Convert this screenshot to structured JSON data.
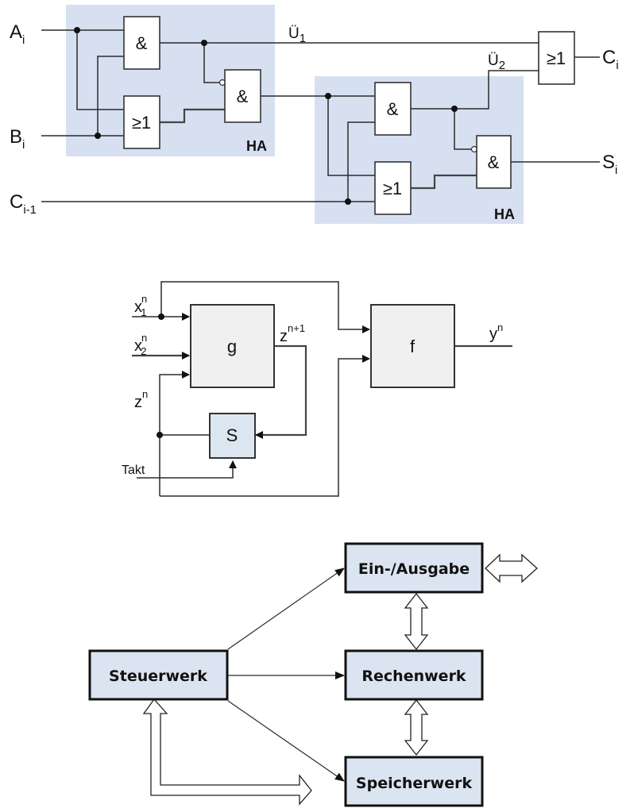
{
  "adder": {
    "inputs": {
      "a": "A",
      "a_sub": "i",
      "b": "B",
      "b_sub": "i",
      "c": "C",
      "c_sub": "i-1"
    },
    "outputs": {
      "c": "C",
      "c_sub": "i",
      "s": "S",
      "s_sub": "i"
    },
    "signals": {
      "u1": "Ü",
      "u1_sub": "1",
      "u2": "Ü",
      "u2_sub": "2"
    },
    "gates": {
      "and": "&",
      "or": "≥1"
    },
    "half_adder_label": "HA"
  },
  "automaton": {
    "blocks": {
      "g": "g",
      "f": "f",
      "s": "S"
    },
    "labels": {
      "x1": "x",
      "x1_sub": "1",
      "x1_sup": "n",
      "x2": "x",
      "x2_sub": "2",
      "x2_sup": "n",
      "z_next": "z",
      "z_next_sup": "n+1",
      "z": "z",
      "z_sup": "n",
      "y": "y",
      "y_sup": "n",
      "clock": "Takt"
    }
  },
  "architecture": {
    "units": {
      "io": "Ein-/Ausgabe",
      "control": "Steuerwerk",
      "alu": "Rechenwerk",
      "memory": "Speicherwerk"
    },
    "colors": {
      "unit_fill": "#dbe4f1",
      "ha_fill": "#d6e0f0"
    }
  }
}
